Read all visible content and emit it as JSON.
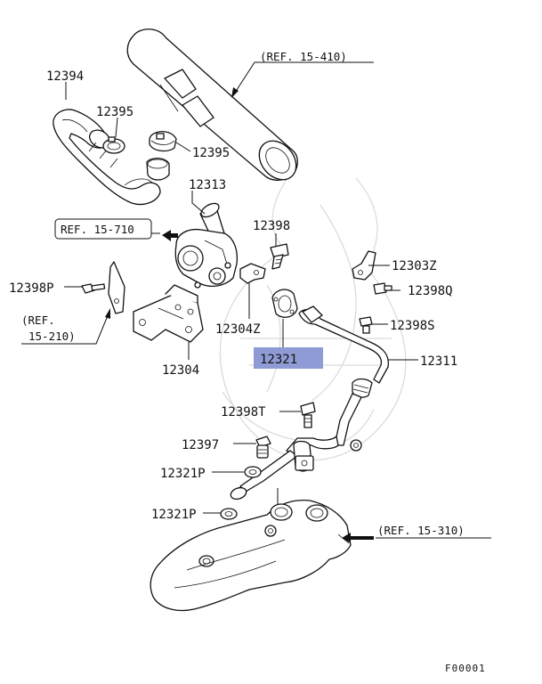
{
  "labels": {
    "p12394": "12394",
    "p12395a": "12395",
    "p12395b": "12395",
    "p12313": "12313",
    "p12398": "12398",
    "p12303z": "12303Z",
    "p12398q": "12398Q",
    "p12398p": "12398P",
    "p12304z": "12304Z",
    "p12398s": "12398S",
    "p12321": "12321",
    "p12311": "12311",
    "p12304": "12304",
    "p12398t": "12398T",
    "p12397": "12397",
    "p12321p_a": "12321P",
    "p12321p_b": "12321P"
  },
  "refs": {
    "r15_410": "(REF. 15-410)",
    "r15_710": "REF. 15-710",
    "r15_210_line1": "(REF.",
    "r15_210_line2": "15-210)",
    "r15_310": "(REF. 15-310)"
  },
  "highlight_color": "#8f9bd4",
  "figure_code": "F00001"
}
